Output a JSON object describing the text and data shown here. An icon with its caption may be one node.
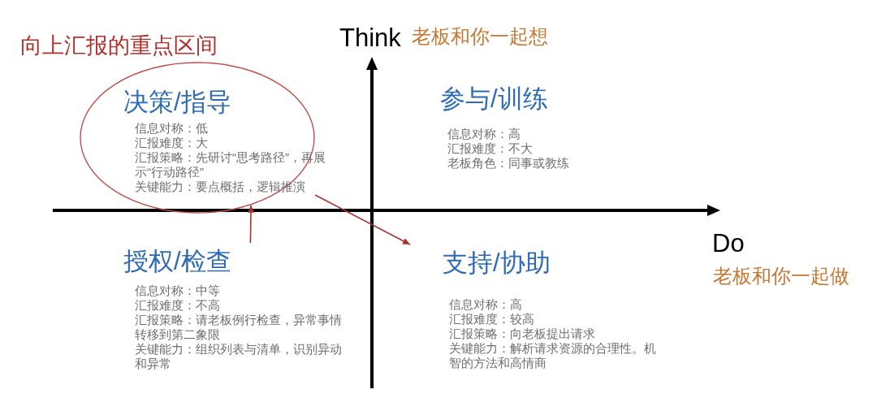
{
  "diagram": {
    "title": "向上汇报的重点区间",
    "nodes": [
      {
        "text": [
          "决策/指导",
          "信息对称：低",
          "汇报难度：大",
          "汇报策略：先研讨“思考路径”，再展示“行动路径”",
          "关键能力：要点概括，逻辑推演"
        ]
      },
      {
        "text": [
          "参与/训练",
          "信息对称：高",
          "汇报难度：不大",
          "老板角色：同事或教练"
        ]
      },
      {
        "text": [
          "授权/检查",
          "信息对称：中等",
          "汇报难度：不高",
          "汇报策略：请老板例行检查，异常事情转移到第二象限",
          "关键能力：组织列表与清单，识别异动和异常"
        ]
      },
      {
        "text": [
          "支持/协助",
          "信息对称：高",
          "汇报难度：较高",
          "汇报策略：向老板提出请求",
          "关键能力：解析请求资源的合理性。机智的方法和高情商"
        ]
      }
    ],
    "edges": [
      {
        "from": 2,
        "to": 0,
        "arrow": "to"
      },
      {
        "from": 0,
        "to": 3,
        "arrow": "to"
      }
    ],
    "labels": [
      "Think",
      "老板和你一起想",
      "Do",
      "老板和你一起做"
    ]
  }
}
